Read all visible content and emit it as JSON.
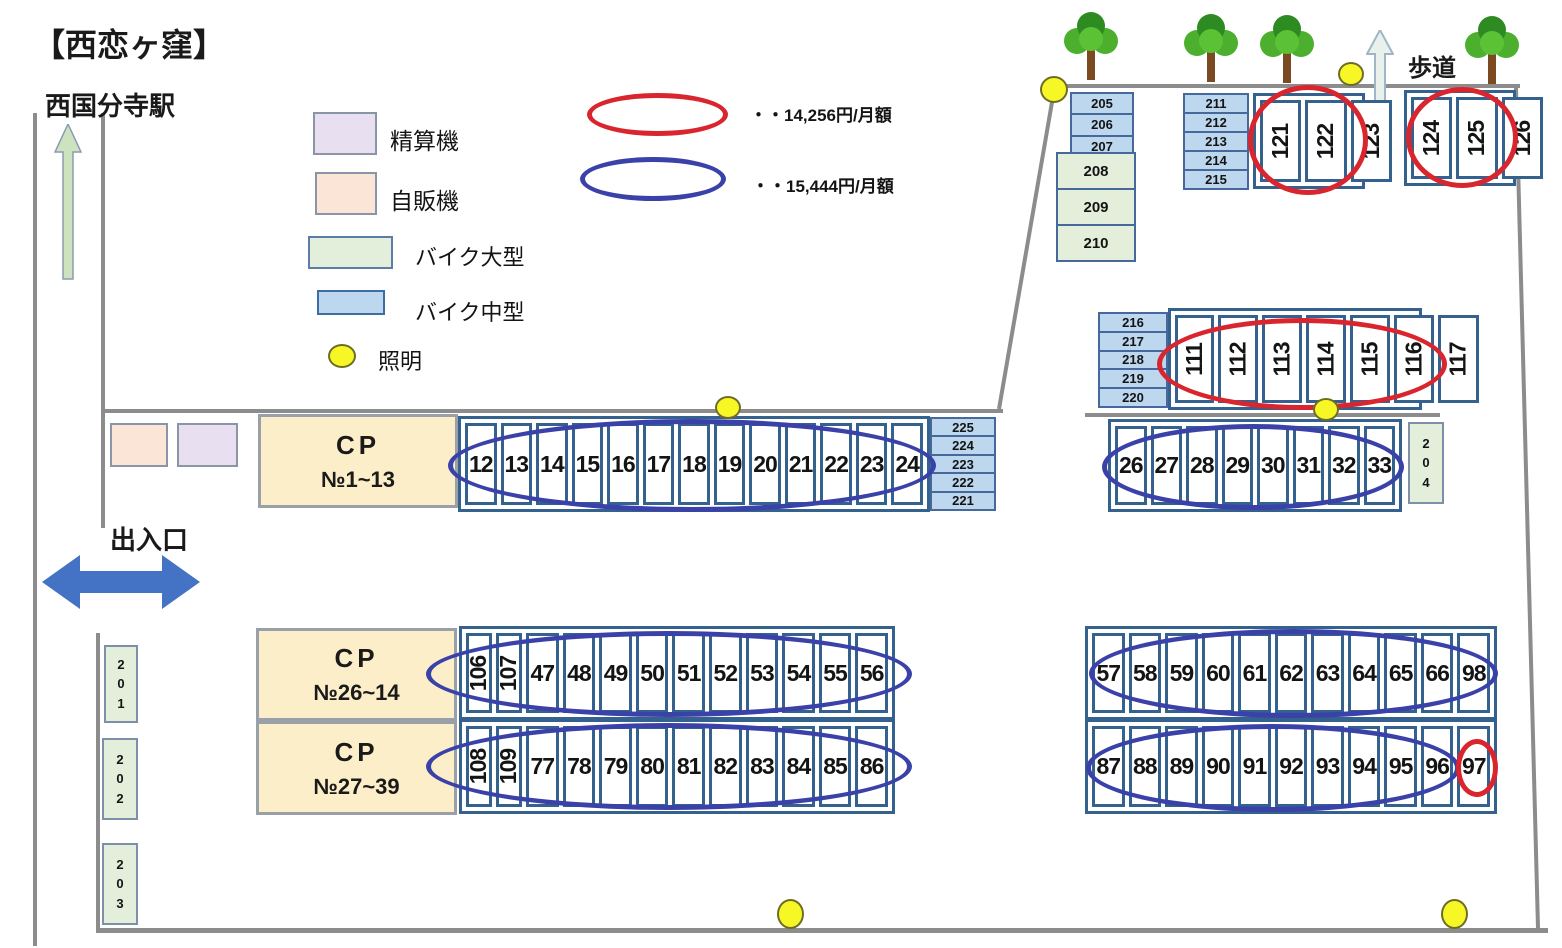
{
  "title": "【西恋ヶ窪】",
  "station_label": "西国分寺駅",
  "entrance_label": "出入口",
  "walkway_label": "歩道",
  "legend": {
    "payment_machine": "精算機",
    "vending_machine": "自販機",
    "bike_large": "バイク大型",
    "bike_medium": "バイク中型",
    "lighting": "照明"
  },
  "price_legend": {
    "red_label": "・・14,256円/月額",
    "blue_label": "・・15,444円/月額"
  },
  "cp_boxes": {
    "cp1": {
      "line1": "CP",
      "line2": "№1~13"
    },
    "cp2": {
      "line1": "CP",
      "line2": "№26~14"
    },
    "cp3": {
      "line1": "CP",
      "line2": "№27~39"
    }
  },
  "stacks": {
    "s205": [
      "205",
      "206",
      "207"
    ],
    "s208": [
      "208",
      "209",
      "210"
    ],
    "s211": [
      "211",
      "212",
      "213",
      "214",
      "215"
    ],
    "s216": [
      "216",
      "217",
      "218",
      "219",
      "220"
    ],
    "s225": [
      "225",
      "224",
      "223",
      "222",
      "221"
    ]
  },
  "vertical_slots": {
    "v121": [
      "121",
      "122",
      "123"
    ],
    "v124": [
      "124",
      "125",
      "126"
    ],
    "v111": [
      "111",
      "112",
      "113",
      "114",
      "115",
      "116",
      "117"
    ]
  },
  "rows": {
    "row12": [
      "12",
      "13",
      "14",
      "15",
      "16",
      "17",
      "18",
      "19",
      "20",
      "21",
      "22",
      "23",
      "24"
    ],
    "row26": [
      "26",
      "27",
      "28",
      "29",
      "30",
      "31",
      "32",
      "33"
    ],
    "row47_rot": [
      "106",
      "107"
    ],
    "row47": [
      "47",
      "48",
      "49",
      "50",
      "51",
      "52",
      "53",
      "54",
      "55",
      "56"
    ],
    "row77_rot": [
      "108",
      "109"
    ],
    "row77": [
      "77",
      "78",
      "79",
      "80",
      "81",
      "82",
      "83",
      "84",
      "85",
      "86"
    ],
    "row57": [
      "57",
      "58",
      "59",
      "60",
      "61",
      "62",
      "63",
      "64",
      "65",
      "66",
      "98"
    ],
    "row87": [
      "87",
      "88",
      "89",
      "90",
      "91",
      "92",
      "93",
      "94",
      "95",
      "96",
      "97"
    ]
  },
  "green_boxes": {
    "b201": "201",
    "b202": "202",
    "b203": "203",
    "b204": "204"
  },
  "colors": {
    "red_ellipse": "#d9262e",
    "blue_ellipse": "#3a41a8",
    "bike_medium_fill": "#bdd7ee",
    "bike_large_fill": "#e3efda",
    "payment_fill": "#e8dff0",
    "vending_fill": "#fbe5d6",
    "cp_fill": "#fbeec8",
    "light_fill": "#f7f725",
    "boundary_gray": "#8c8c8c",
    "entrance_arrow_blue": "#4472c4"
  }
}
